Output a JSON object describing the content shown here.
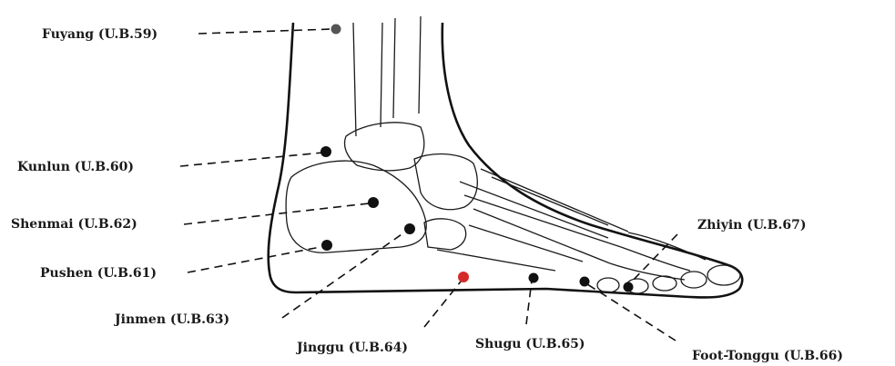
{
  "diagram": {
    "points": [
      {
        "id": "fuyang",
        "label": "Fuyang  (U.B.59)",
        "color": "#555555"
      },
      {
        "id": "kunlun",
        "label": "Kunlun  (U.B.60)",
        "color": "#111111"
      },
      {
        "id": "shenmai",
        "label": "Shenmai  (U.B.62)",
        "color": "#111111"
      },
      {
        "id": "pushen",
        "label": "Pushen  (U.B.61)",
        "color": "#111111"
      },
      {
        "id": "jinmen",
        "label": "Jinmen  (U.B.63)",
        "color": "#111111"
      },
      {
        "id": "jinggu",
        "label": "Jinggu  (U.B.64)",
        "color": "#d42a2a"
      },
      {
        "id": "shugu",
        "label": "Shugu  (U.B.65)",
        "color": "#111111"
      },
      {
        "id": "tonggu",
        "label": "Foot-Tonggu  (U.B.66)",
        "color": "#111111"
      },
      {
        "id": "zhiyin",
        "label": "Zhiyin  (U.B.67)",
        "color": "#111111"
      }
    ]
  }
}
